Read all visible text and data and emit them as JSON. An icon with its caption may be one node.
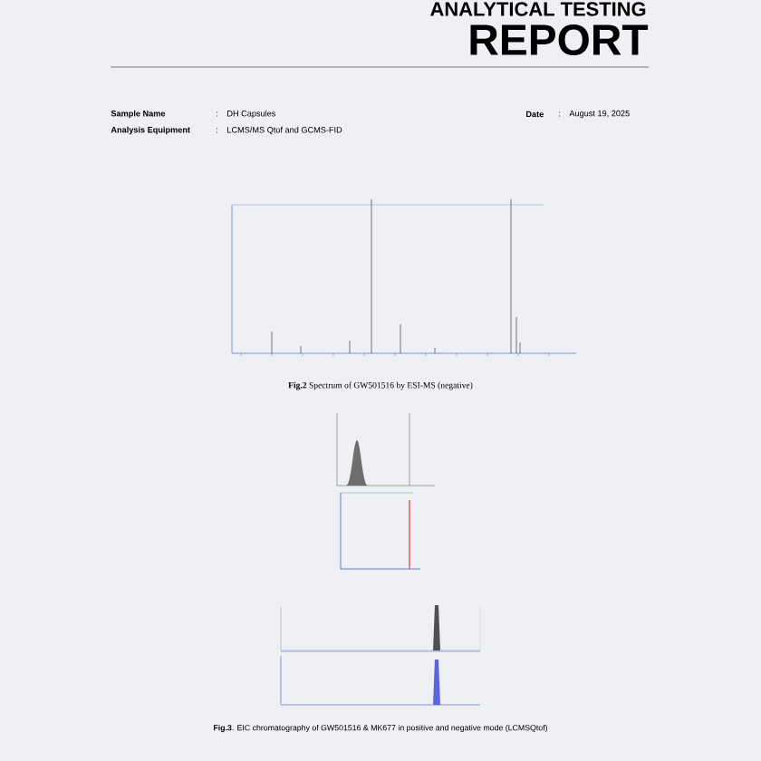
{
  "diagram": {
    "labels": [
      "ANALYTICAL TESTING",
      "REPORT",
      "Sample Name",
      ":",
      "DH Capsules",
      "Date",
      ":",
      "August 19, 2025",
      "Analysis Equipment",
      ":",
      "LCMS/MS Qtof and GCMS-FID",
      "**Fig.2** Spectrum of GW501516 by ESI-MS (negative)",
      "**Fig.3**. EIC chromatography of GW501516 & MK677 in positive and negative mode (LCMSQtof)"
    ]
  }
}
